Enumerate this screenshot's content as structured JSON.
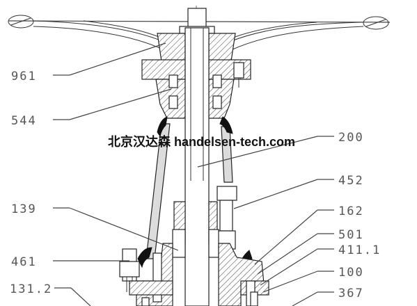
{
  "watermark": "北京汉达森 handelsen-tech.com",
  "callouts_left": [
    {
      "label": "961"
    },
    {
      "label": "544"
    },
    {
      "label": "139"
    },
    {
      "label": "461"
    },
    {
      "label": "131.2"
    }
  ],
  "callouts_right": [
    {
      "label": "200"
    },
    {
      "label": "452"
    },
    {
      "label": "162"
    },
    {
      "label": "501"
    },
    {
      "label": "411.1"
    },
    {
      "label": "100"
    },
    {
      "label": "367"
    }
  ]
}
